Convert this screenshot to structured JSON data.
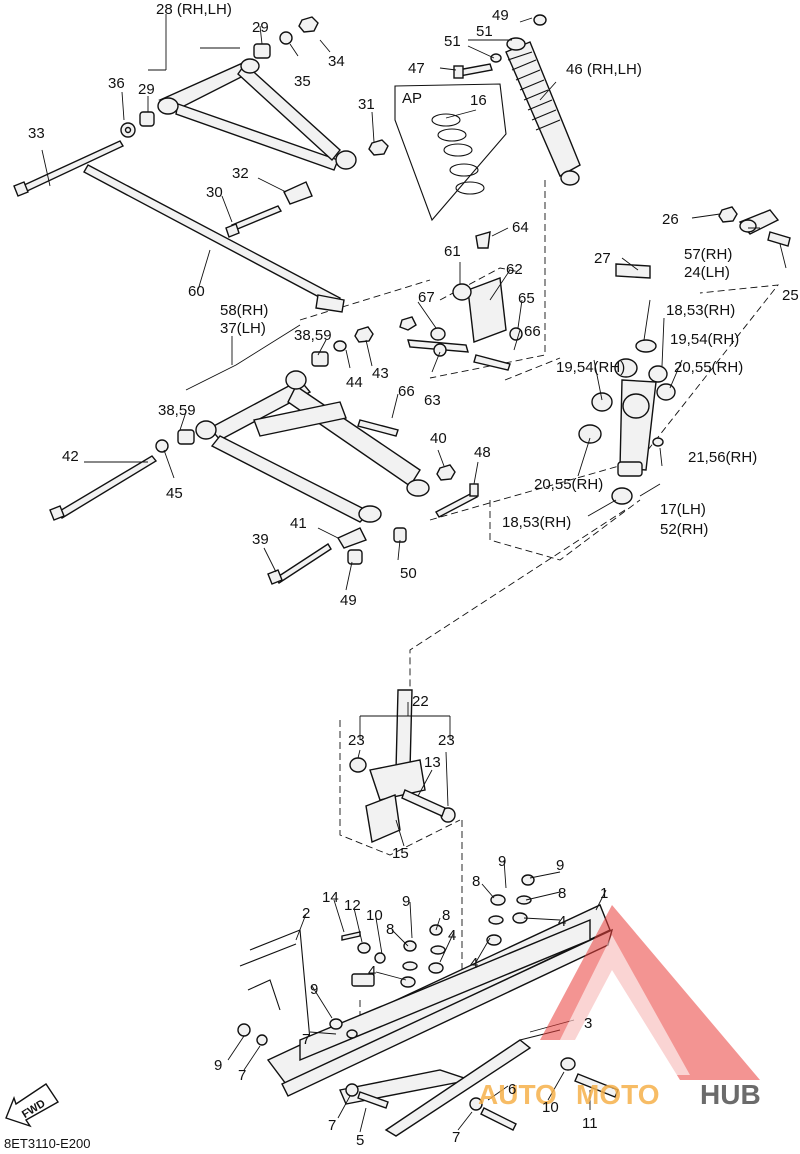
{
  "diagram": {
    "code": "8ET3110-E200",
    "fwd_label": "FWD",
    "inset_label": "AP",
    "callouts": [
      {
        "id": "c28",
        "text": "28 (RH,LH)"
      },
      {
        "id": "c29a",
        "text": "29"
      },
      {
        "id": "c34",
        "text": "34"
      },
      {
        "id": "c35",
        "text": "35"
      },
      {
        "id": "c36",
        "text": "36"
      },
      {
        "id": "c29b",
        "text": "29"
      },
      {
        "id": "c33",
        "text": "33"
      },
      {
        "id": "c31",
        "text": "31"
      },
      {
        "id": "c32",
        "text": "32"
      },
      {
        "id": "c30",
        "text": "30"
      },
      {
        "id": "c60",
        "text": "60"
      },
      {
        "id": "c49a",
        "text": "49"
      },
      {
        "id": "c51a",
        "text": "51"
      },
      {
        "id": "c51b",
        "text": "51"
      },
      {
        "id": "c47",
        "text": "47"
      },
      {
        "id": "c46",
        "text": "46 (RH,LH)"
      },
      {
        "id": "c16",
        "text": "16"
      },
      {
        "id": "c64",
        "text": "64"
      },
      {
        "id": "c61",
        "text": "61"
      },
      {
        "id": "c62",
        "text": "62"
      },
      {
        "id": "c65",
        "text": "65"
      },
      {
        "id": "c66a",
        "text": "66"
      },
      {
        "id": "c67",
        "text": "67"
      },
      {
        "id": "c63",
        "text": "63"
      },
      {
        "id": "c58",
        "text": "58(RH)"
      },
      {
        "id": "c37",
        "text": "37(LH)"
      },
      {
        "id": "c3859a",
        "text": "38,59"
      },
      {
        "id": "c44",
        "text": "44"
      },
      {
        "id": "c43",
        "text": "43"
      },
      {
        "id": "c66b",
        "text": "66"
      },
      {
        "id": "c3859b",
        "text": "38,59"
      },
      {
        "id": "c40",
        "text": "40"
      },
      {
        "id": "c48",
        "text": "48"
      },
      {
        "id": "c42",
        "text": "42"
      },
      {
        "id": "c45",
        "text": "45"
      },
      {
        "id": "c41",
        "text": "41"
      },
      {
        "id": "c39",
        "text": "39"
      },
      {
        "id": "c50",
        "text": "50"
      },
      {
        "id": "c49b",
        "text": "49"
      },
      {
        "id": "c26",
        "text": "26"
      },
      {
        "id": "c57",
        "text": "57(RH)"
      },
      {
        "id": "c24",
        "text": "24(LH)"
      },
      {
        "id": "c25",
        "text": "25"
      },
      {
        "id": "c27",
        "text": "27"
      },
      {
        "id": "c1853a",
        "text": "18,53(RH)"
      },
      {
        "id": "c1954a",
        "text": "19,54(RH)"
      },
      {
        "id": "c1954b",
        "text": "19,54(RH)"
      },
      {
        "id": "c2055a",
        "text": "20,55(RH)"
      },
      {
        "id": "c2156",
        "text": "21,56(RH)"
      },
      {
        "id": "c2055b",
        "text": "20,55(RH)"
      },
      {
        "id": "c1853b",
        "text": "18,53(RH)"
      },
      {
        "id": "c17",
        "text": "17(LH)"
      },
      {
        "id": "c52",
        "text": "52(RH)"
      },
      {
        "id": "c22",
        "text": "22"
      },
      {
        "id": "c23a",
        "text": "23"
      },
      {
        "id": "c23b",
        "text": "23"
      },
      {
        "id": "c13",
        "text": "13"
      },
      {
        "id": "c15",
        "text": "15"
      },
      {
        "id": "c9a",
        "text": "9"
      },
      {
        "id": "c9b",
        "text": "9"
      },
      {
        "id": "c8a",
        "text": "8"
      },
      {
        "id": "c8b",
        "text": "8"
      },
      {
        "id": "c1",
        "text": "1"
      },
      {
        "id": "c4a",
        "text": "4"
      },
      {
        "id": "c14",
        "text": "14"
      },
      {
        "id": "c12",
        "text": "12"
      },
      {
        "id": "c10a",
        "text": "10"
      },
      {
        "id": "c9c",
        "text": "9"
      },
      {
        "id": "c8c",
        "text": "8"
      },
      {
        "id": "c8d",
        "text": "8"
      },
      {
        "id": "c4b",
        "text": "4"
      },
      {
        "id": "c2",
        "text": "2"
      },
      {
        "id": "c4c",
        "text": "4"
      },
      {
        "id": "c4d",
        "text": "4"
      },
      {
        "id": "c9d",
        "text": "9"
      },
      {
        "id": "c7a",
        "text": "7"
      },
      {
        "id": "c3",
        "text": "3"
      },
      {
        "id": "c9e",
        "text": "9"
      },
      {
        "id": "c7b",
        "text": "7"
      },
      {
        "id": "c6",
        "text": "6"
      },
      {
        "id": "c10b",
        "text": "10"
      },
      {
        "id": "c11",
        "text": "11"
      },
      {
        "id": "c7c",
        "text": "7"
      },
      {
        "id": "c5",
        "text": "5"
      },
      {
        "id": "c7d",
        "text": "7"
      }
    ]
  },
  "watermark": {
    "brand_a": "AUTO",
    "brand_b": "MOTO",
    "brand_c": "HUB",
    "color_a": "#f6b04a",
    "color_b": "#f6b04a",
    "color_c": "#6b6b6b",
    "logo_color": "#e8403c"
  }
}
